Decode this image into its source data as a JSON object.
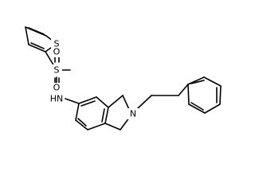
{
  "atoms": {
    "sulfur_ring": "S",
    "sulfur_sulfonyl": "S",
    "oxygen_top": "O",
    "oxygen_bottom": "O",
    "nitrogen_amide": "HN",
    "nitrogen_ring": "N"
  }
}
